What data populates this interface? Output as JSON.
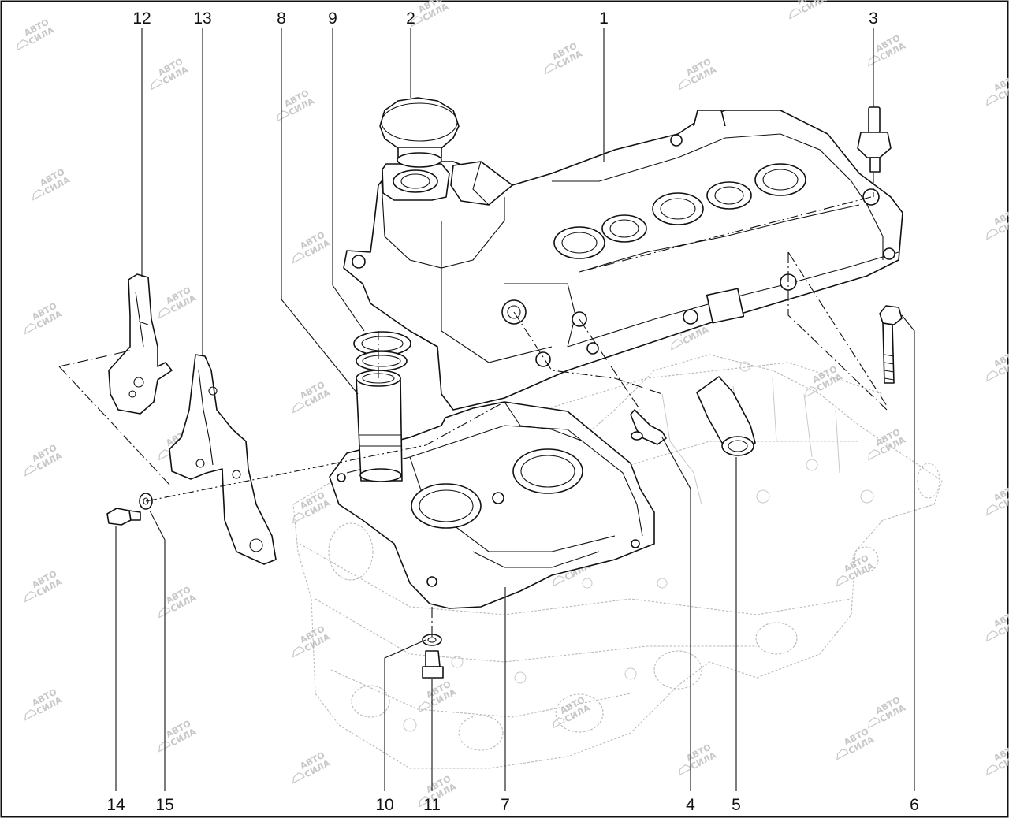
{
  "callouts": {
    "c1": "1",
    "c2": "2",
    "c3": "3",
    "c4": "4",
    "c5": "5",
    "c6": "6",
    "c7": "7",
    "c8": "8",
    "c9": "9",
    "c10": "10",
    "c11": "11",
    "c12": "12",
    "c13": "13",
    "c14": "14",
    "c15": "15"
  },
  "watermark": {
    "line1": "АВТО",
    "line2": "СИЛА"
  },
  "colors": {
    "line": "#111111",
    "ghost": "#b9b9b9",
    "watermark": "#c8c8c8",
    "background": "#ffffff"
  }
}
